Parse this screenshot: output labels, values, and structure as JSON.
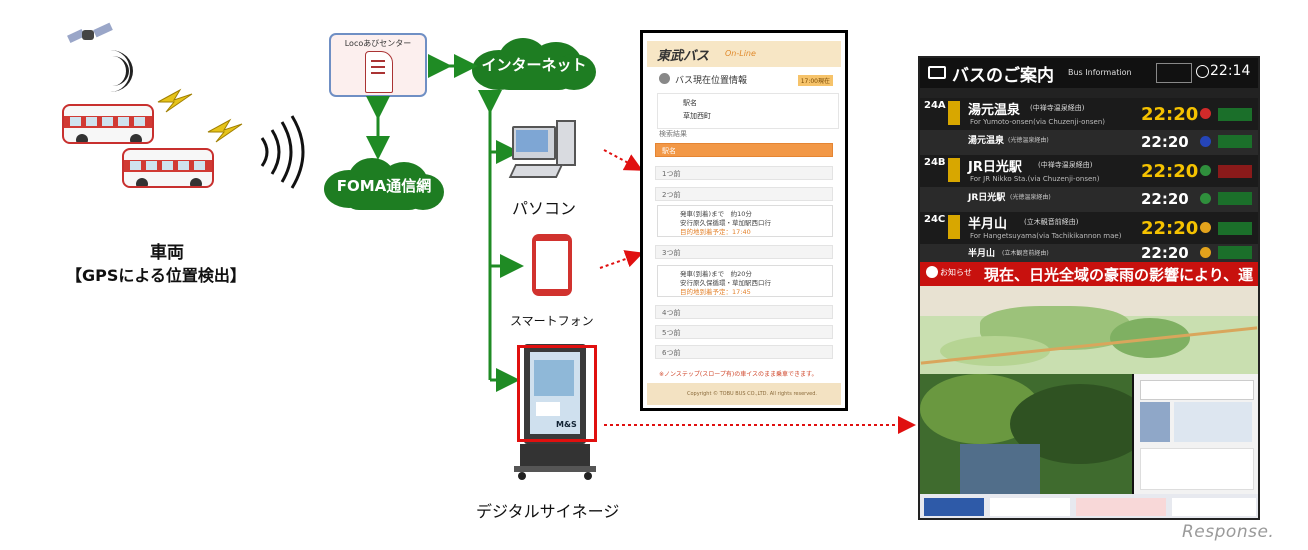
{
  "vehicle": {
    "title": "車両",
    "subtitle": "【GPSによる位置検出】"
  },
  "loco_center": {
    "label": "Locoあびセンター"
  },
  "internet": {
    "label": "インターネット"
  },
  "foma": {
    "label": "FOMA通信網"
  },
  "devices": {
    "pc": "パソコン",
    "smartphone": "スマートフォン",
    "signage": "デジタルサイネージ"
  },
  "signage_screen": {
    "brand": "M&S"
  },
  "phone_screen": {
    "brand": "東武バス",
    "brand_sub": "On-Line",
    "title": "バス現在位置情報",
    "badge": "17:00現在",
    "from": "駅名",
    "to": "草加西町",
    "result_label": "検索結果",
    "stops": [
      "駅名",
      "1つ前",
      "2つ前",
      "3つ前",
      "4つ前",
      "5つ前",
      "6つ前"
    ],
    "bus1": {
      "line1": "発車(到着)まで　約10分",
      "line2": "安行原久保循環・草加駅西口行",
      "line3": "目的地到着予定：17:40"
    },
    "bus2": {
      "line1": "発車(到着)まで　約20分",
      "line2": "安行原久保循環・草加駅西口行",
      "line3": "目的地到着予定：17:45"
    },
    "note": "※ノンステップ(スロープ有)の車イスのまま乗車できます。",
    "footer": "Copyright © TOBU BUS CO.,LTD. All rights reserved."
  },
  "board": {
    "title": "バスのご案内",
    "title_en": "Bus Information",
    "clock": "22:14",
    "rows": [
      {
        "route": "24A",
        "dest": "湯元温泉",
        "dest_sub": "(中禅寺温泉経由)",
        "dest_en": "For Yumoto-onsen(via Chuzenji-onsen)",
        "time": "22:20",
        "icon": "C",
        "color": "#d22a2a"
      },
      {
        "route": "",
        "dest": "湯元温泉",
        "dest_sub": "(光徳温泉経由)",
        "dest_en": "",
        "time": "22:20",
        "icon": "Y",
        "color": "#2545b8"
      },
      {
        "route": "24B",
        "dest": "JR日光駅",
        "dest_sub": "(中禅寺温泉経由)",
        "dest_en": "For JR Nikko Sta.(via Chuzenji-onsen)",
        "time": "22:20",
        "icon": "P",
        "color": "#2f8f3c"
      },
      {
        "route": "",
        "dest": "JR日光駅",
        "dest_sub": "(光徳温泉経由)",
        "dest_en": "",
        "time": "22:20",
        "icon": "P",
        "color": "#2f8f3c"
      },
      {
        "route": "24C",
        "dest": "半月山",
        "dest_sub": "(立木観音前経由)",
        "dest_en": "For Hangetsuyama(via Tachikikannon mae)",
        "time": "22:20",
        "icon": "",
        "color": "#e3a31c"
      },
      {
        "route": "",
        "dest": "半月山",
        "dest_sub": "(立木観音前経由)",
        "dest_en": "",
        "time": "22:20",
        "icon": "",
        "color": "#e3a31c"
      }
    ],
    "notice_label": "お知らせ",
    "notice_text": "現在、日光全域の豪雨の影響により、運"
  },
  "watermark": "Response."
}
